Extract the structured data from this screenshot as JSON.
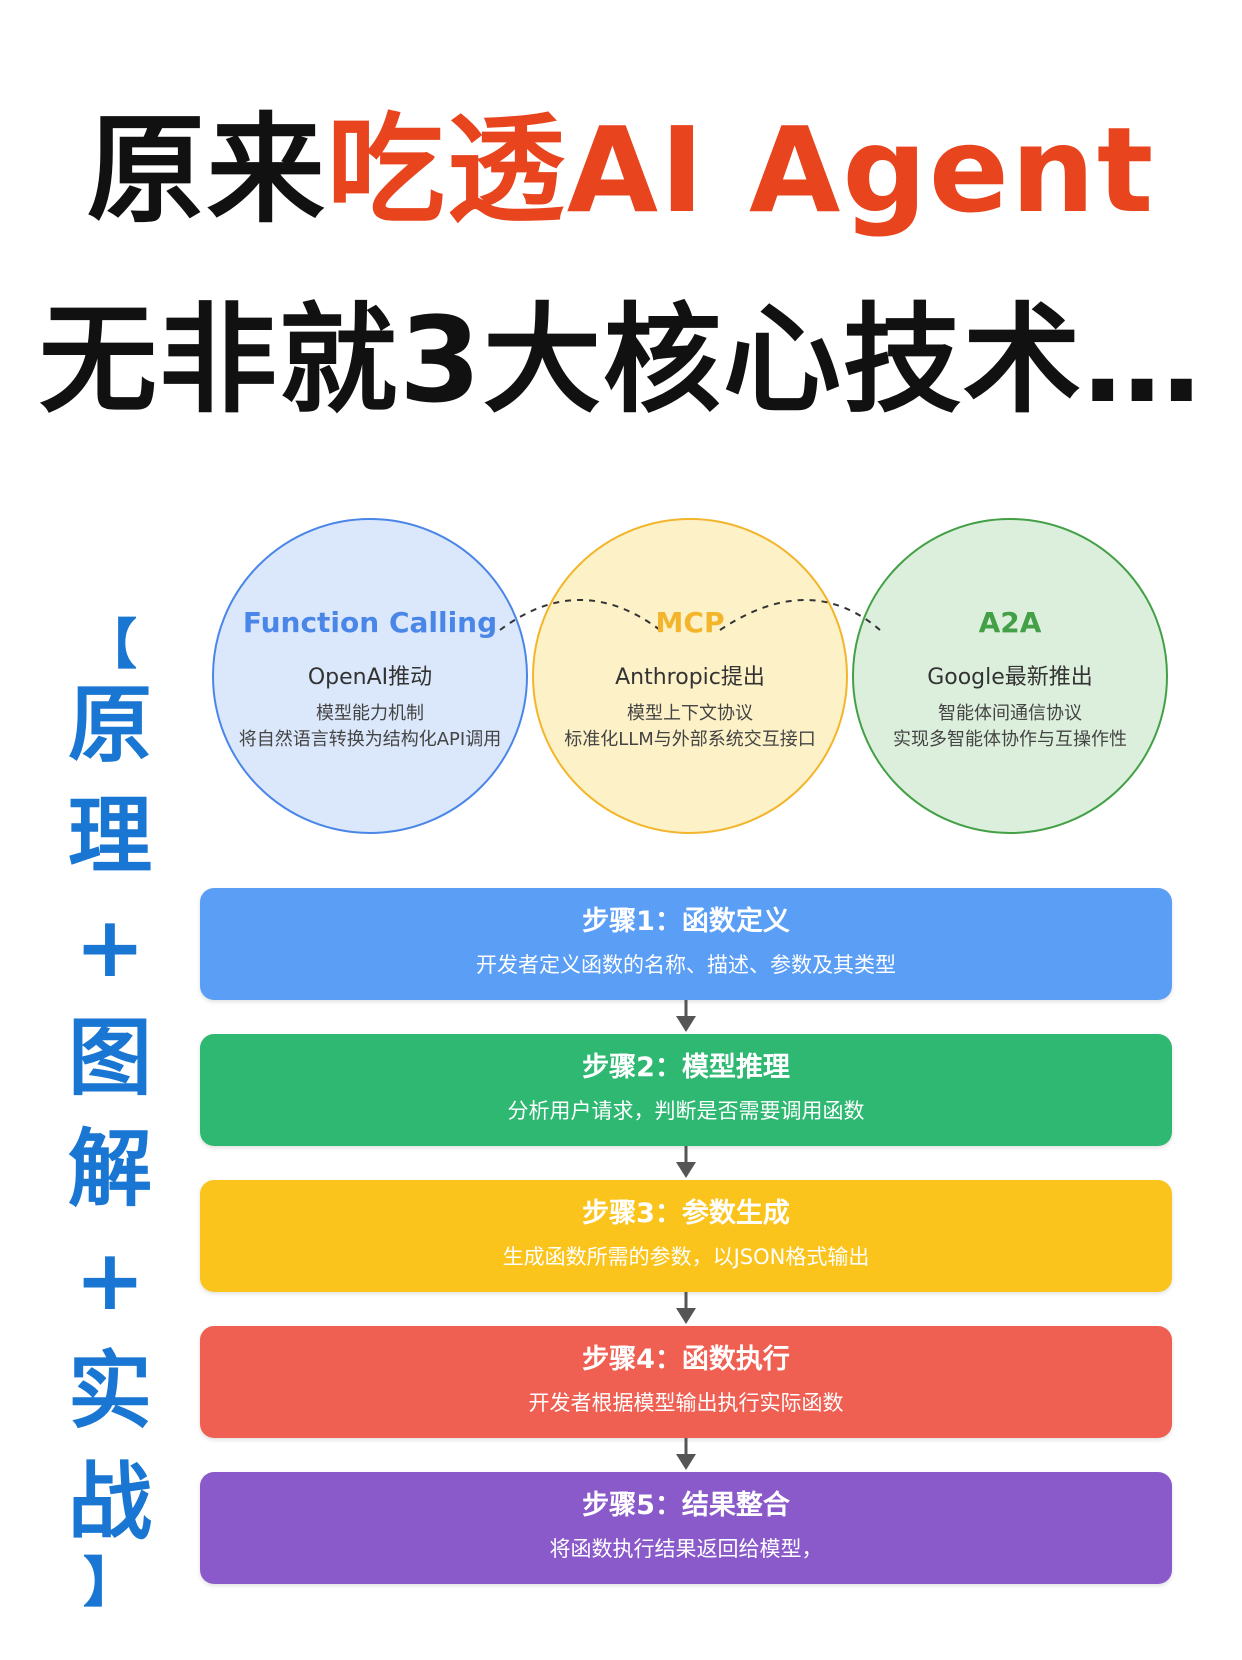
{
  "headline": {
    "line1_prefix": "原来",
    "line1_accent": "吃透AI Agent",
    "line2": "无非就3大核心技术…"
  },
  "side_label": {
    "open": "【",
    "chars": [
      "原",
      "理",
      "+",
      "图",
      "解",
      "+",
      "实",
      "战"
    ],
    "close": "】"
  },
  "circles": [
    {
      "title": "Function Calling",
      "subtitle": "OpenAI推动",
      "desc1": "模型能力机制",
      "desc2": "将自然语言转换为结构化API调用"
    },
    {
      "title": "MCP",
      "subtitle": "Anthropic提出",
      "desc1": "模型上下文协议",
      "desc2": "标准化LLM与外部系统交互接口"
    },
    {
      "title": "A2A",
      "subtitle": "Google最新推出",
      "desc1": "智能体间通信协议",
      "desc2": "实现多智能体协作与互操作性"
    }
  ],
  "steps": [
    {
      "title": "步骤1：函数定义",
      "desc": "开发者定义函数的名称、描述、参数及其类型"
    },
    {
      "title": "步骤2：模型推理",
      "desc": "分析用户请求，判断是否需要调用函数"
    },
    {
      "title": "步骤3：参数生成",
      "desc": "生成函数所需的参数，以JSON格式输出"
    },
    {
      "title": "步骤4：函数执行",
      "desc": "开发者根据模型输出执行实际函数"
    },
    {
      "title": "步骤5：结果整合",
      "desc": "将函数执行结果返回给模型，"
    }
  ],
  "colors": {
    "accent": "#e8441e",
    "side_label": "#1976d2",
    "circle_fc": "#4a86e8",
    "circle_mcp": "#f3b52b",
    "circle_a2a": "#43a047",
    "step1": "#5b9ef5",
    "step2": "#2eb872",
    "step3": "#fbc41c",
    "step4": "#ef6053",
    "step5": "#8a5acb"
  }
}
